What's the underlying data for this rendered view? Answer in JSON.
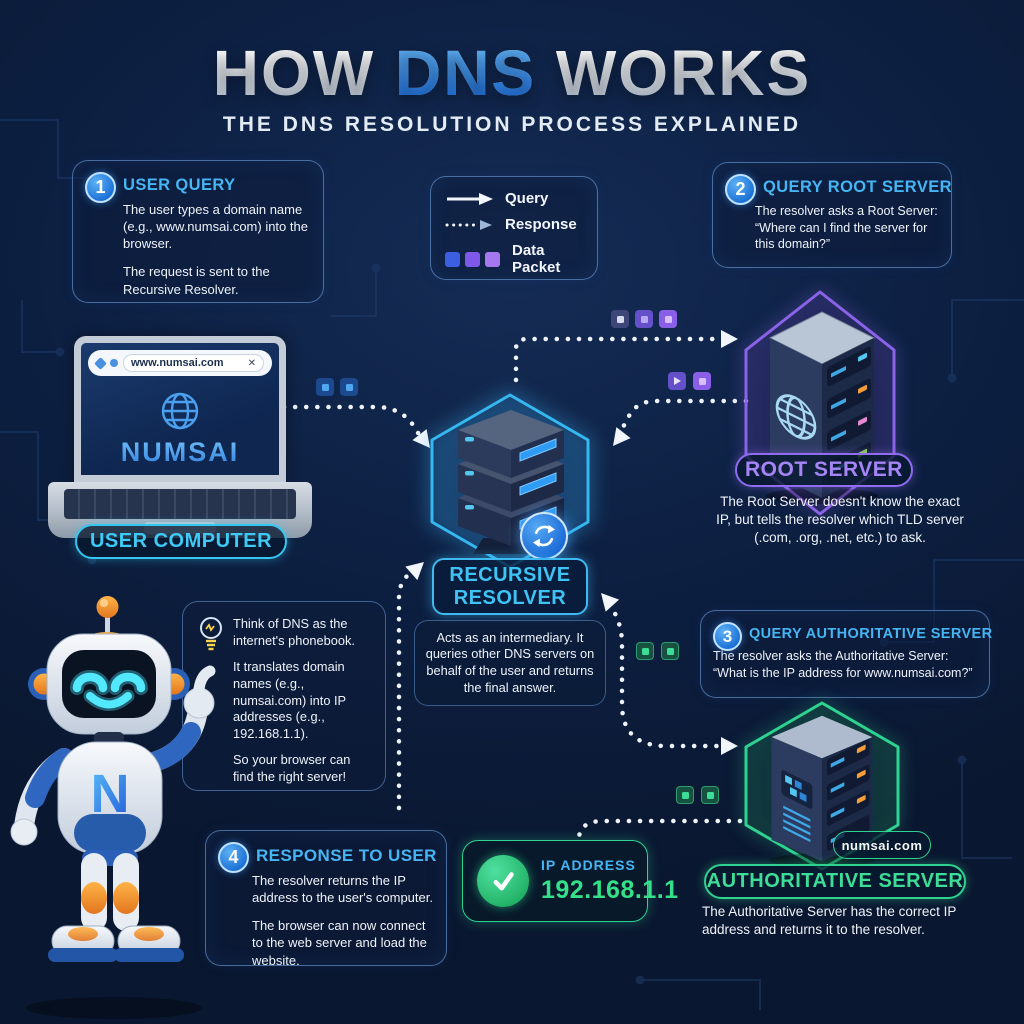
{
  "title": {
    "pre": "HOW ",
    "highlight": "DNS",
    "post": " WORKS",
    "subtitle": "THE DNS RESOLUTION PROCESS EXPLAINED"
  },
  "legend": {
    "query": "Query",
    "response": "Response",
    "data_packet": "Data Packet"
  },
  "steps": [
    {
      "number": "1",
      "title": "USER QUERY",
      "body1": "The user types a domain name (e.g., www.numsai.com) into the browser.",
      "body2": "The request is sent to the Recursive Resolver."
    },
    {
      "number": "2",
      "title": "QUERY ROOT SERVER",
      "body1": "The resolver asks a Root Server: “Where can I find the server for this domain?”"
    },
    {
      "number": "3",
      "title": "QUERY AUTHORITATIVE SERVER",
      "body1": "The resolver asks the Authoritative Server: “What is the IP address for www.numsai.com?”"
    },
    {
      "number": "4",
      "title": "RESPONSE TO USER",
      "body1": "The resolver returns the IP address to the user's computer.",
      "body2": "The browser can now connect to the web server and load the website."
    }
  ],
  "user_computer": {
    "label": "USER COMPUTER",
    "url": "www.numsai.com",
    "brand": "NUMSAI"
  },
  "root_server": {
    "label": "ROOT SERVER",
    "description": "The Root Server doesn't know the exact IP, but tells the resolver which TLD server (.com, .org, .net, etc.) to ask."
  },
  "resolver": {
    "label_line1": "RECURSIVE",
    "label_line2": "RESOLVER",
    "description": "Acts as an intermediary. It queries other DNS servers on behalf of the user and returns the final answer."
  },
  "authoritative_server": {
    "label": "AUTHORITATIVE SERVER",
    "tag": "numsai.com",
    "description": "The Authoritative Server has the correct IP address and returns it to the resolver."
  },
  "phonebook_tip": {
    "p1": "Think of DNS as the internet's phonebook.",
    "p2": "It translates domain names (e.g., numsai.com) into IP addresses (e.g., 192.168.1.1).",
    "p3": "So your browser can find the right server!"
  },
  "ip_box": {
    "label": "IP ADDRESS",
    "value": "192.168.1.1"
  },
  "robot": {
    "chest_letter": "N"
  },
  "icons": {
    "close": "✕"
  },
  "colors": {
    "background": "#0d2043",
    "cyan": "#3fc3f5",
    "purple": "#a585f5",
    "green": "#3ddc97",
    "blue_highlight": "#2f7ee0",
    "badge_blue": "#1a6fd6",
    "ip_green": "#35e08a",
    "packet_blue": "#4fa8f0",
    "packet_purple": "#8a5fe8"
  }
}
